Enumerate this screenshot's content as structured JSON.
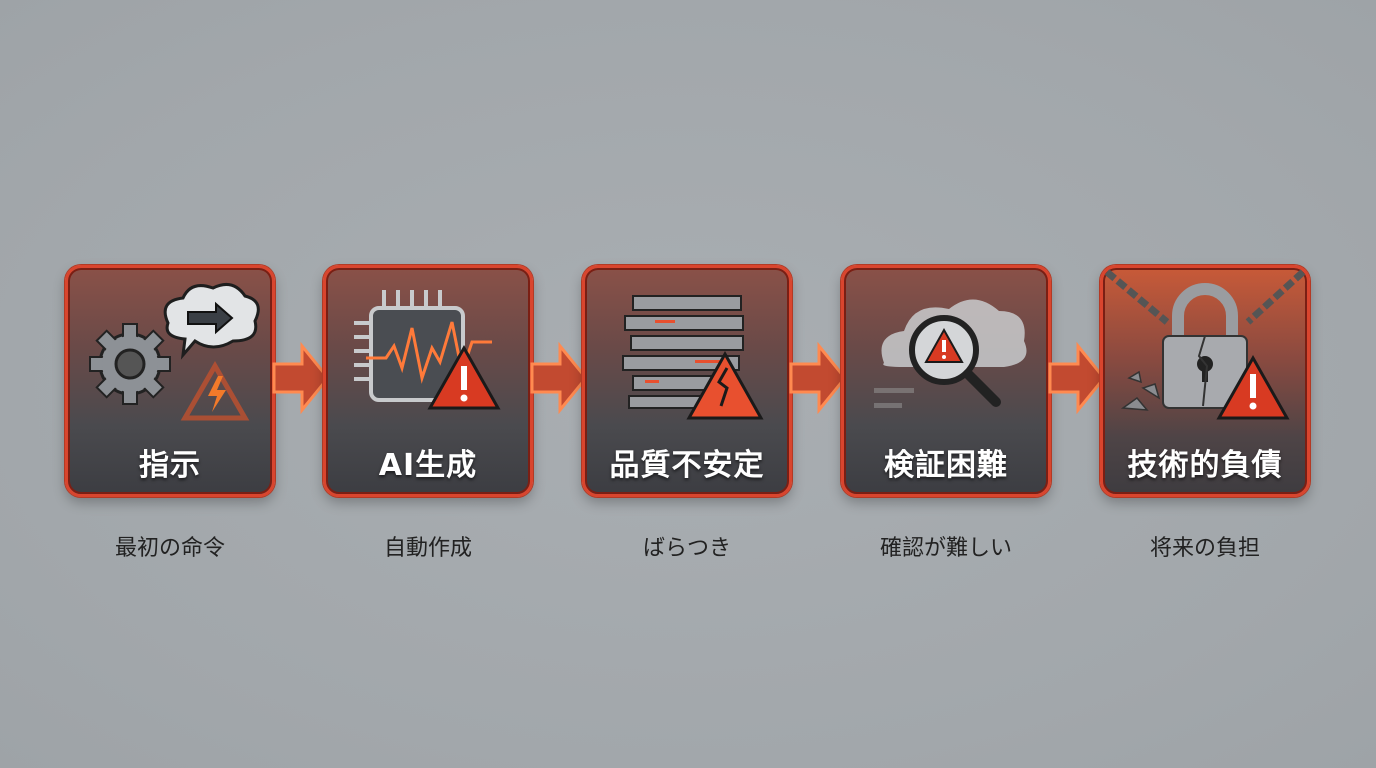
{
  "steps": [
    {
      "title": "指示",
      "caption": "最初の命令",
      "icon": "gear-speech-bubble-icon"
    },
    {
      "title": "AI生成",
      "caption": "自動作成",
      "icon": "chip-waveform-icon"
    },
    {
      "title": "品質不安定",
      "caption": "ばらつき",
      "icon": "glitch-bars-icon"
    },
    {
      "title": "検証困難",
      "caption": "確認が難しい",
      "icon": "cloud-magnifier-icon"
    },
    {
      "title": "技術的負債",
      "caption": "将来の負担",
      "icon": "broken-padlock-chains-icon"
    }
  ],
  "colors": {
    "accent": "#e8502f",
    "border": "#d9452e",
    "warning": "#f05a2a",
    "background": "#a6abaf"
  }
}
